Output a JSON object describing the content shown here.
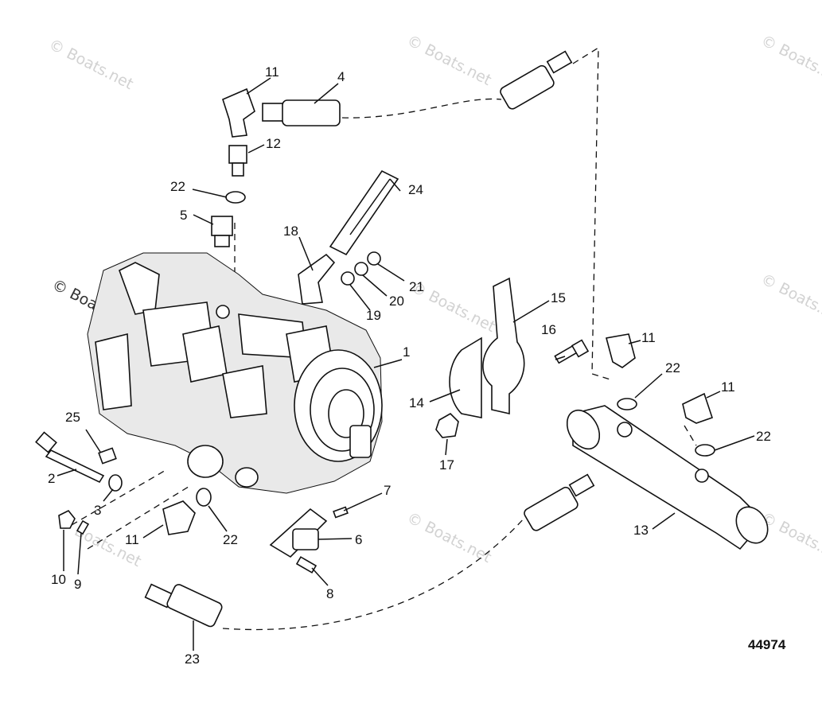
{
  "watermark": {
    "text": "© Boats.net"
  },
  "drawing_number": "44974",
  "callouts": [
    {
      "id": "c1",
      "label": "1"
    },
    {
      "id": "c2",
      "label": "2"
    },
    {
      "id": "c3",
      "label": "3"
    },
    {
      "id": "c4",
      "label": "4"
    },
    {
      "id": "c5",
      "label": "5"
    },
    {
      "id": "c6",
      "label": "6"
    },
    {
      "id": "c7",
      "label": "7"
    },
    {
      "id": "c8",
      "label": "8"
    },
    {
      "id": "c9",
      "label": "9"
    },
    {
      "id": "c10",
      "label": "10"
    },
    {
      "id": "c11a",
      "label": "11"
    },
    {
      "id": "c11b",
      "label": "11"
    },
    {
      "id": "c11c",
      "label": "11"
    },
    {
      "id": "c11d",
      "label": "11"
    },
    {
      "id": "c12",
      "label": "12"
    },
    {
      "id": "c13",
      "label": "13"
    },
    {
      "id": "c14",
      "label": "14"
    },
    {
      "id": "c15",
      "label": "15"
    },
    {
      "id": "c16",
      "label": "16"
    },
    {
      "id": "c17",
      "label": "17"
    },
    {
      "id": "c18",
      "label": "18"
    },
    {
      "id": "c19",
      "label": "19"
    },
    {
      "id": "c20",
      "label": "20"
    },
    {
      "id": "c21",
      "label": "21"
    },
    {
      "id": "c22a",
      "label": "22"
    },
    {
      "id": "c22b",
      "label": "22"
    },
    {
      "id": "c22c",
      "label": "22"
    },
    {
      "id": "c22d",
      "label": "22"
    },
    {
      "id": "c23",
      "label": "23"
    },
    {
      "id": "c24",
      "label": "24"
    },
    {
      "id": "c25",
      "label": "25"
    }
  ]
}
